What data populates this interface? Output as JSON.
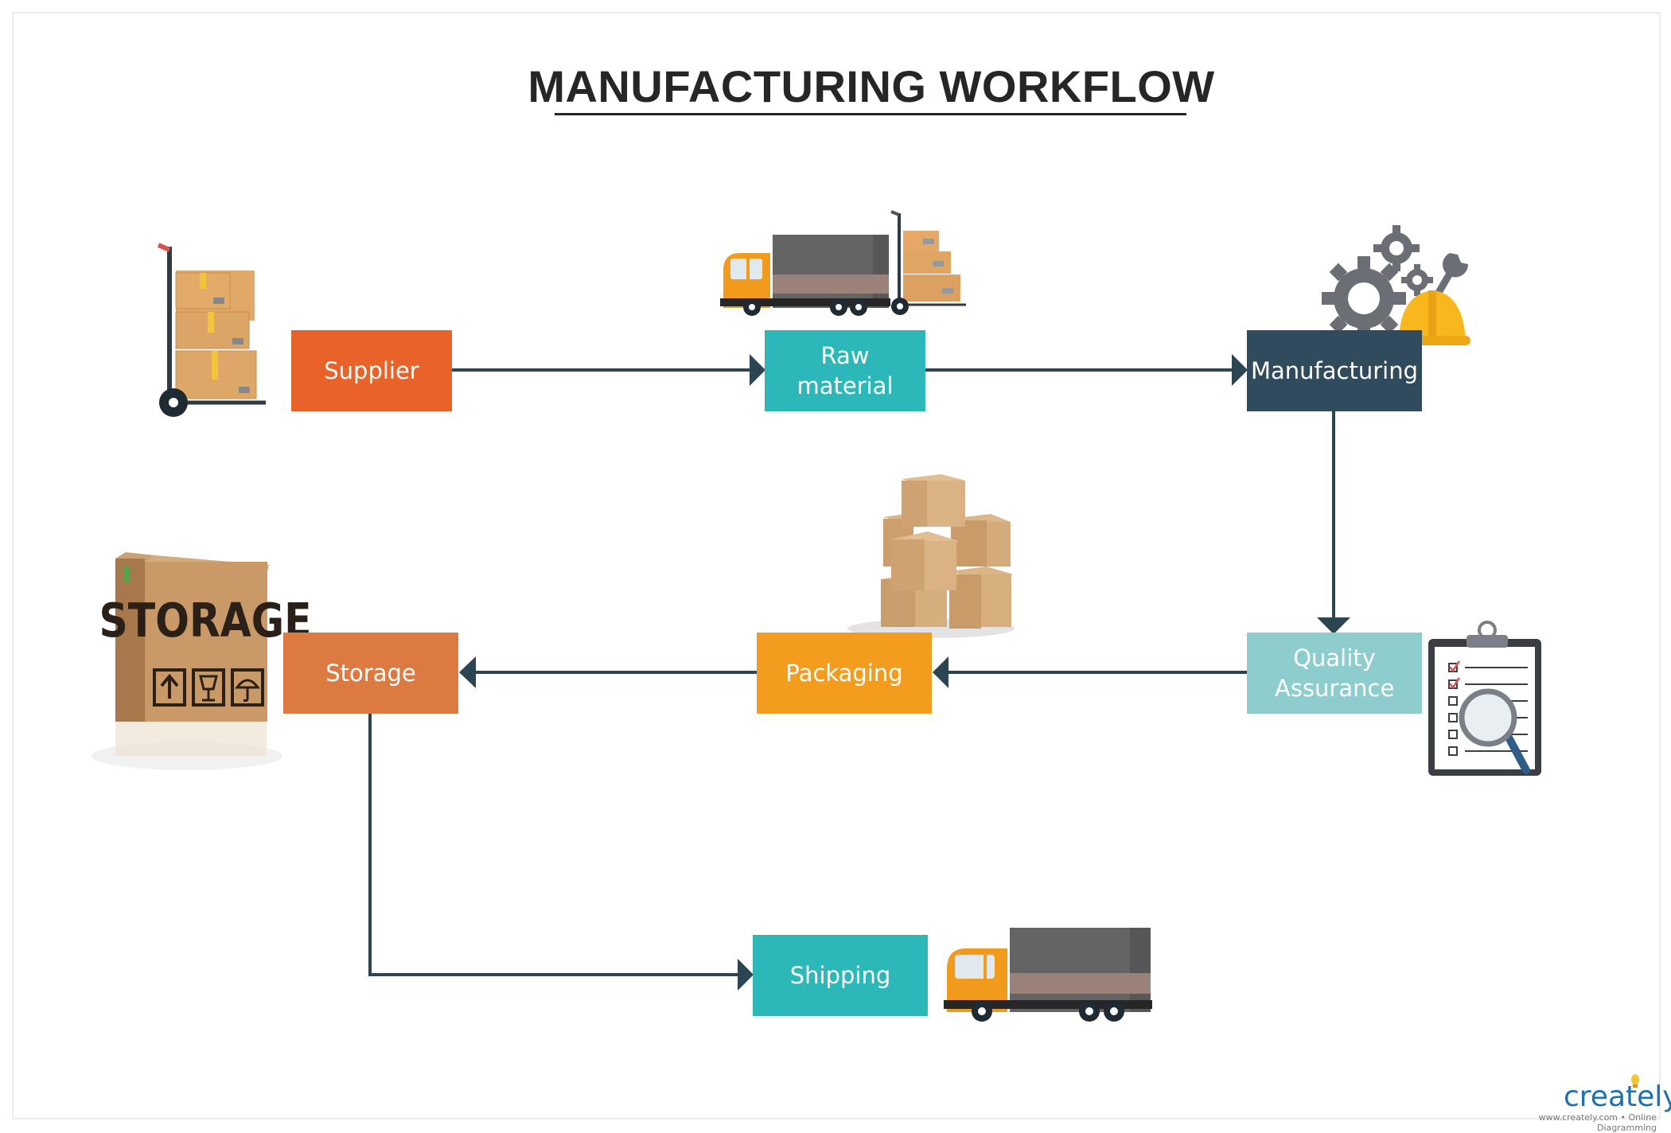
{
  "diagram": {
    "title": "MANUFACTURING WORKFLOW",
    "nodes": {
      "supplier": {
        "label": "Supplier",
        "color": "#e8622a"
      },
      "raw_material": {
        "label": "Raw material",
        "color": "#2cb8b8"
      },
      "manufacturing": {
        "label": "Manufacturing",
        "color": "#2f4b5c"
      },
      "quality_assurance": {
        "label": "Quality Assurance",
        "color": "#8ecdcd"
      },
      "packaging": {
        "label": "Packaging",
        "color": "#f39c1e"
      },
      "storage": {
        "label": "Storage",
        "color": "#dd7a42"
      },
      "shipping": {
        "label": "Shipping",
        "color": "#2cb8b8"
      }
    },
    "edges": [
      {
        "from": "Supplier",
        "to": "Raw material"
      },
      {
        "from": "Raw material",
        "to": "Manufacturing"
      },
      {
        "from": "Manufacturing",
        "to": "Quality Assurance"
      },
      {
        "from": "Quality Assurance",
        "to": "Packaging"
      },
      {
        "from": "Packaging",
        "to": "Storage"
      },
      {
        "from": "Storage",
        "to": "Shipping"
      }
    ],
    "connector_color": "#2b4553",
    "icons": [
      "hand-truck-boxes-icon",
      "delivery-truck-with-boxes-icon",
      "gears-helmet-wrench-icon",
      "clipboard-magnifier-icon",
      "stacked-boxes-icon",
      "storage-box-icon",
      "delivery-truck-icon"
    ],
    "storage_box_text": "STORAGE"
  },
  "watermark": {
    "brand": "creately",
    "subtitle": "www.creately.com • Online Diagramming"
  }
}
